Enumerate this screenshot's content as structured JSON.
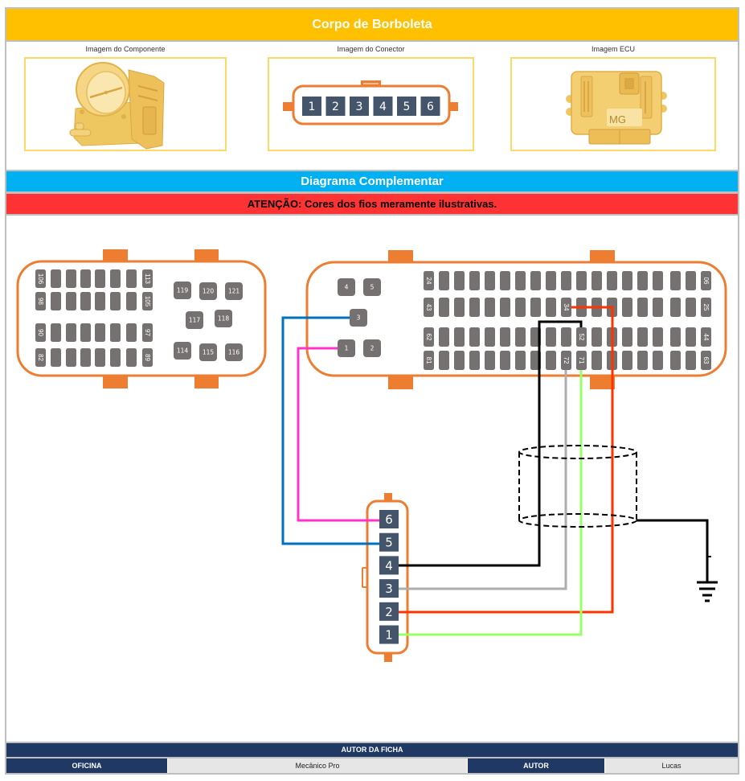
{
  "header": {
    "title": "Corpo de Borboleta"
  },
  "images": {
    "component_label": "Imagem do Componente",
    "connector_label": "Imagem do Conector",
    "ecu_label": "Imagem ECU",
    "ecu_brand_mark": "MG"
  },
  "connector_image": {
    "pins": [
      "1",
      "2",
      "3",
      "4",
      "5",
      "6"
    ]
  },
  "sections": {
    "diagram_title": "Diagrama Complementar",
    "warning": "ATENÇÃO: Cores dos fios meramente ilustrativas."
  },
  "ecu_connector_a": {
    "pins_per_row": 8,
    "rows": [
      {
        "first": "106",
        "last": "113"
      },
      {
        "first": "98",
        "last": "105"
      },
      {
        "first": "90",
        "last": "97"
      },
      {
        "first": "82",
        "last": "89"
      }
    ],
    "square_pins": [
      "119",
      "120",
      "121",
      "117",
      "118",
      "114",
      "115",
      "116"
    ]
  },
  "ecu_connector_b": {
    "small_pins": [
      "4",
      "5",
      "3",
      "1",
      "2"
    ],
    "rows": [
      {
        "first": "24",
        "last": "06",
        "labeled_pins": []
      },
      {
        "first": "43",
        "last": "25",
        "labeled_pins": [
          "34"
        ]
      },
      {
        "first": "62",
        "last": "44",
        "labeled_pins": [
          "52"
        ]
      },
      {
        "first": "81",
        "last": "63",
        "labeled_pins": [
          "72",
          "71"
        ]
      }
    ]
  },
  "component_connector": {
    "pins": [
      "6",
      "5",
      "4",
      "3",
      "2",
      "1"
    ]
  },
  "wires": [
    {
      "ecu_pin": "34",
      "component_pin": "2",
      "color": "#FF3300"
    },
    {
      "ecu_pin": "52",
      "component_pin": "4",
      "color": "#000000"
    },
    {
      "ecu_pin": "72",
      "component_pin": "3",
      "color": "#ADADAD"
    },
    {
      "ecu_pin": "71",
      "component_pin": "1",
      "color": "#99FF66"
    },
    {
      "ecu_pin": "3",
      "component_pin": "5",
      "color": "#0070C0"
    },
    {
      "ecu_pin": "1",
      "component_pin": "6",
      "color": "#FF33CC"
    }
  ],
  "shield": {
    "grounded": true
  },
  "colors": {
    "header": "#FFC000",
    "diagram_title": "#00B0F0",
    "warning": "#FF3333",
    "footer": "#1F3864",
    "connector_outline": "#ED7D31",
    "ecu_pin": "#767171",
    "connector_pin": "#44546A"
  },
  "footer": {
    "title": "AUTOR DA FICHA",
    "workshop_label": "OFICINA",
    "workshop_value": "Mecânico Pro",
    "author_label": "AUTOR",
    "author_value": "Lucas"
  }
}
